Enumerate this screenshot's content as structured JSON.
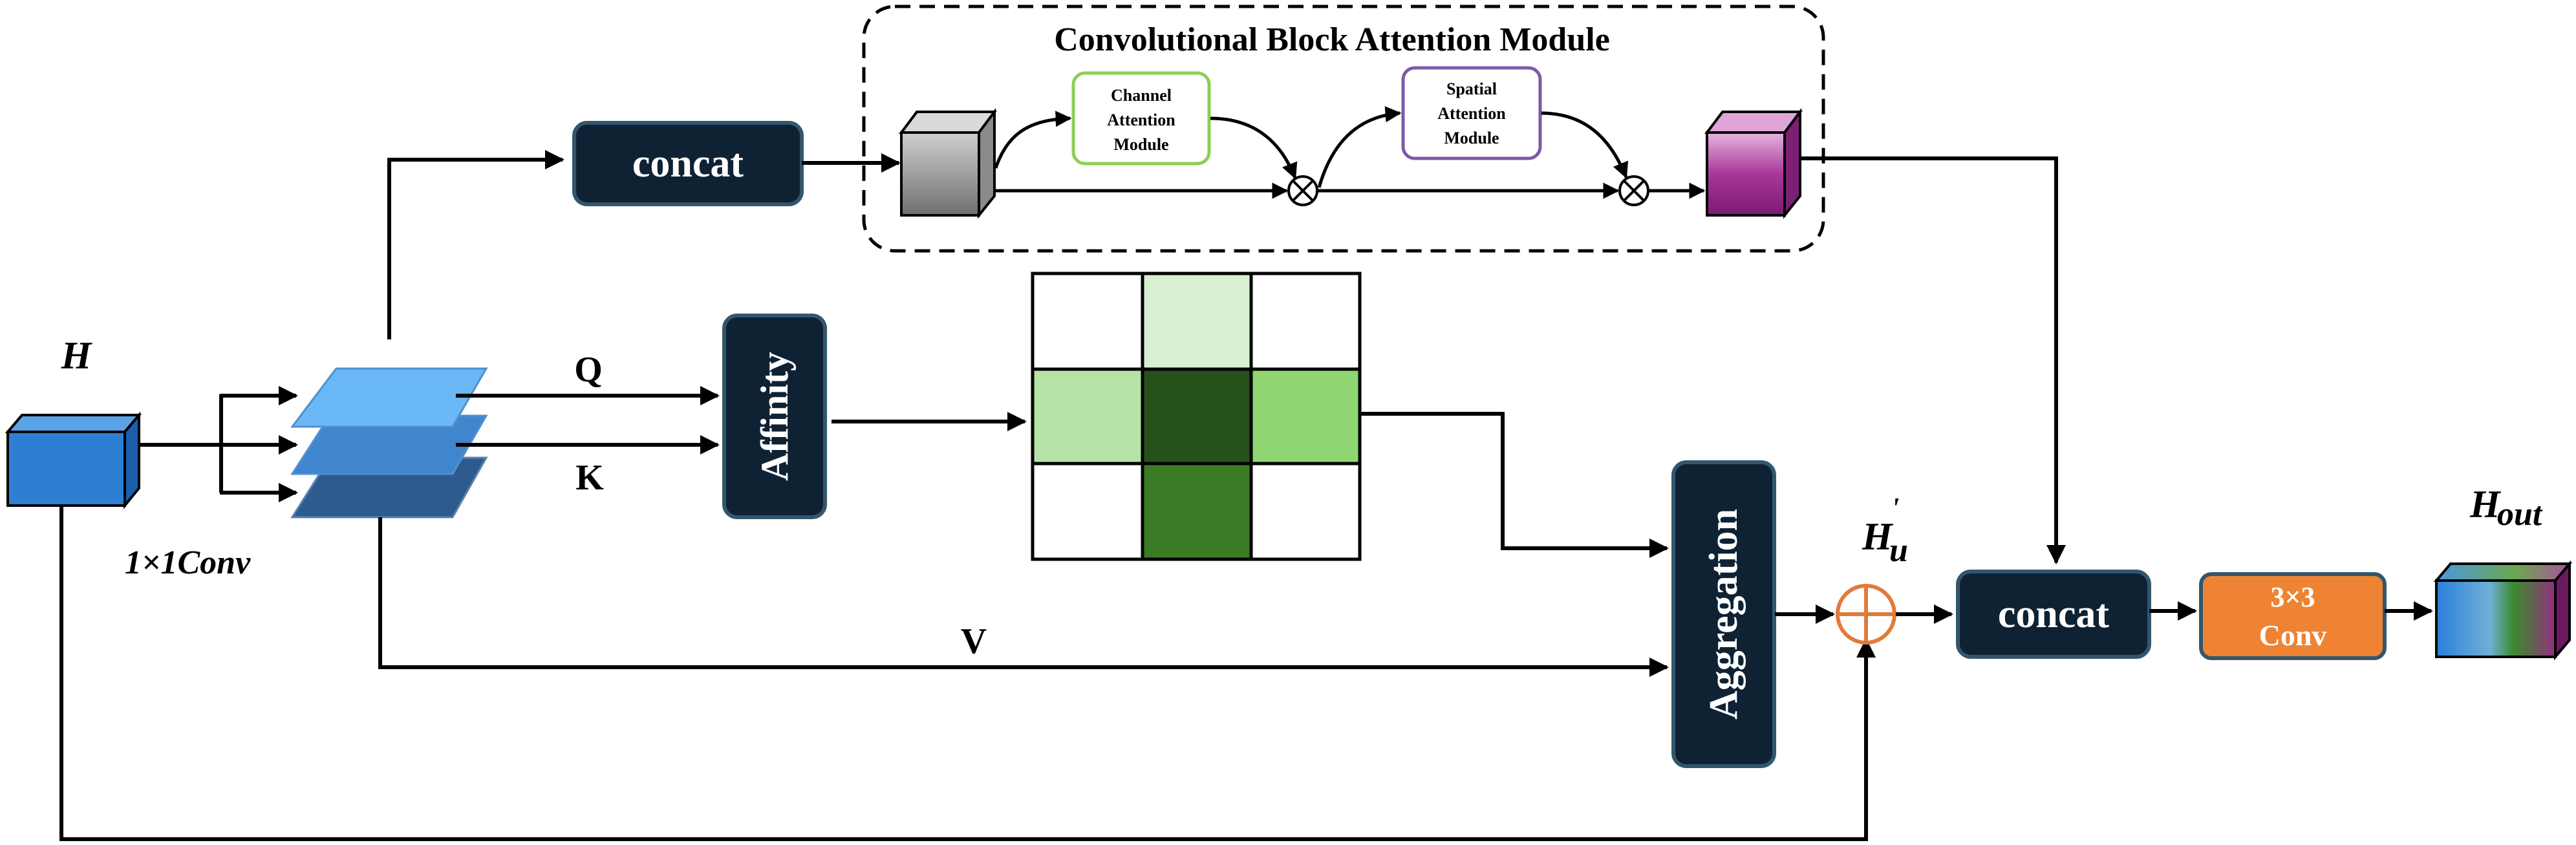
{
  "title": "Convolutional Block Attention Module",
  "labels": {
    "input": "H",
    "conv1x1": "1×1Conv",
    "q": "Q",
    "k": "K",
    "v": "V",
    "h_u_main": "H",
    "h_u_sub": "u",
    "h_u_prime": "'",
    "h_out_main": "H",
    "h_out_sub": "out"
  },
  "blocks": {
    "concat_top": "concat",
    "affinity": "Affinity",
    "aggregation": "Aggregation",
    "concat_bottom": "concat",
    "conv3x3_line1": "3×3",
    "conv3x3_line2": "Conv",
    "channel_attention": [
      "Channel",
      "Attention",
      "Module"
    ],
    "spatial_attention": [
      "Spatial",
      "Attention",
      "Module"
    ]
  },
  "colors": {
    "dark_block": "#0f2234",
    "dark_block_border": "#33566d",
    "conv_orange": "#ee8433",
    "channel_border": "#8bcf55",
    "spatial_border": "#7a5aa6",
    "oplus": "#e07b3c",
    "grid_light": "#d8f0d2",
    "grid_mid": "#b5e3a6",
    "grid_bright": "#8fd672",
    "grid_dark": "#26521a",
    "grid_green": "#3c7b25",
    "cube_blue": "#2d7fd4",
    "cube_purple": "#9a2a8f"
  }
}
